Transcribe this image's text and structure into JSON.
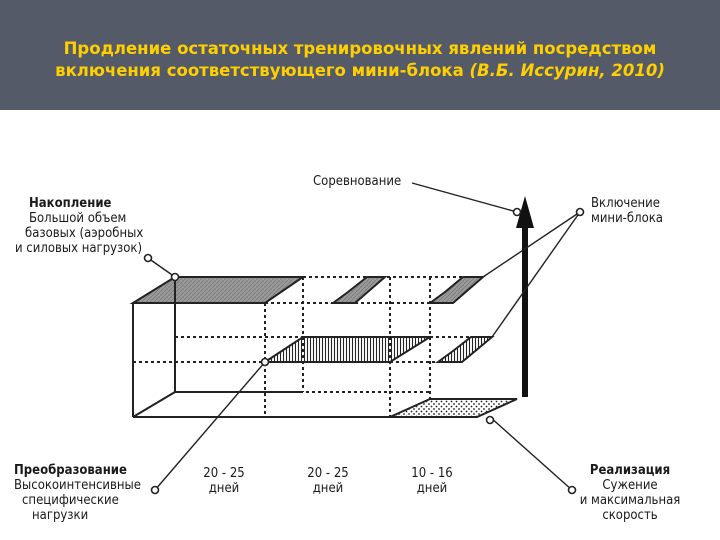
{
  "header": {
    "title_line1": "Продление остаточных тренировочных явлений посредством",
    "title_line2_prefix": "включения соответствующего мини-блока ",
    "title_line2_citation": "(В.Б. Иссурин, 2010)",
    "background": "#555a69",
    "title_color": "#ffd000"
  },
  "diagram": {
    "competition_label": "Соревнование",
    "miniblock_label": [
      "Включение",
      "мини-блока"
    ],
    "accumulation": {
      "title": "Накопление",
      "lines": [
        "Большой объем",
        "базовых (аэробных",
        "и силовых нагрузок)"
      ]
    },
    "transformation": {
      "title": "Преобразование",
      "lines": [
        "Высокоинтенсивные",
        "специфические",
        "нагрузки"
      ]
    },
    "realization": {
      "title": "Реализация",
      "lines": [
        "Сужение",
        "и максимальная",
        "скорость"
      ]
    },
    "durations": [
      {
        "range": "20 - 25",
        "unit": "дней"
      },
      {
        "range": "20 - 25",
        "unit": "дней"
      },
      {
        "range": "10 - 16",
        "unit": "дней"
      }
    ]
  }
}
